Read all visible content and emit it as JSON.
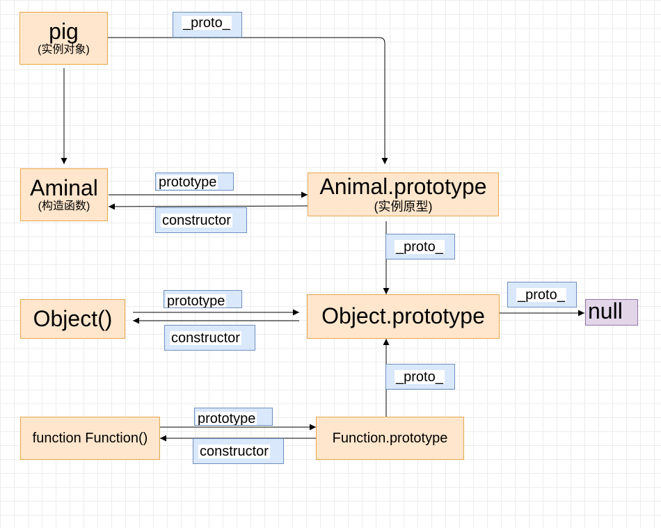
{
  "nodes": {
    "pig": {
      "title": "pig",
      "subtitle": "(实例对象)"
    },
    "aminal": {
      "title": "Aminal",
      "subtitle": "(构造函数)"
    },
    "animal_prototype": {
      "title": "Animal.prototype",
      "subtitle": "(实例原型)"
    },
    "object_fn": {
      "title": "Object()"
    },
    "object_prototype": {
      "title": "Object.prototype"
    },
    "null": {
      "title": "null"
    },
    "function_fn": {
      "title": "function Function()"
    },
    "function_prototype": {
      "title": "Function.prototype"
    }
  },
  "labels": {
    "proto_1": "_proto_",
    "proto_2": "_proto_",
    "proto_3": "_proto_",
    "proto_4": "_proto_",
    "prototype_1": "prototype",
    "prototype_2": "prototype",
    "prototype_3": "prototype",
    "constructor_1": "constructor",
    "constructor_2": "constructor",
    "constructor_3": "constructor"
  },
  "colors": {
    "node_fill": "#ffe6cc",
    "node_border": "#e6a64b",
    "label_fill": "#dae8fc",
    "label_border": "#6c8ebf",
    "null_fill": "#e1d5e7",
    "null_border": "#9673a6",
    "edge": "#000000"
  }
}
